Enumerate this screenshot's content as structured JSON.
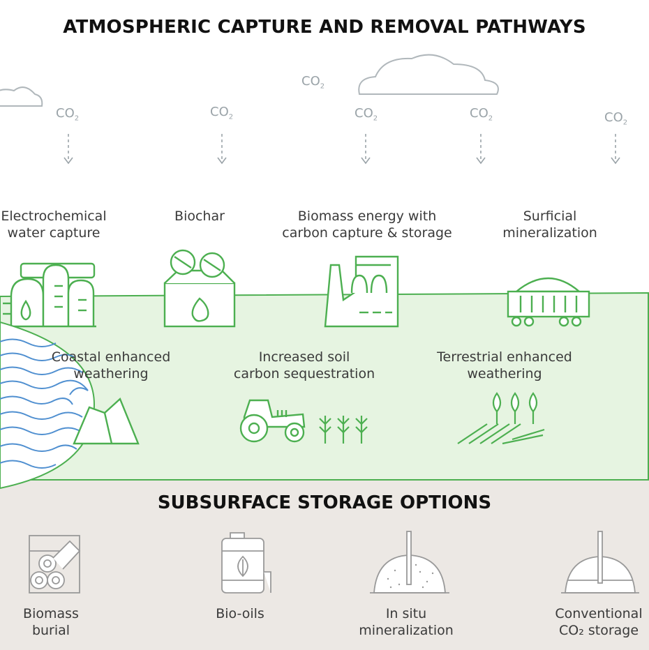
{
  "title": "ATMOSPHERIC CAPTURE AND REMOVAL PATHWAYS",
  "co2_label": "CO",
  "co2_sub": "2",
  "pathways": {
    "electrochemical": [
      "Electrochemical",
      "water capture"
    ],
    "biochar": [
      "Biochar"
    ],
    "beccs": [
      "Biomass energy with",
      "carbon capture & storage"
    ],
    "surficial": [
      "Surficial",
      "mineralization"
    ],
    "coastal": [
      "Coastal enhanced",
      "weathering"
    ],
    "soil": [
      "Increased soil",
      "carbon sequestration"
    ],
    "terrestrial": [
      "Terrestrial enhanced",
      "weathering"
    ]
  },
  "storage_title": "SUBSURFACE STORAGE OPTIONS",
  "storage": {
    "biomass_burial": [
      "Biomass",
      "burial"
    ],
    "bio_oils": [
      "Bio-oils"
    ],
    "in_situ": [
      "In situ",
      "mineralization"
    ],
    "conventional": [
      "Conventional",
      "CO₂ storage"
    ]
  },
  "colors": {
    "green_line": "#4caf50",
    "green_fill": "#e6f4e1",
    "subsurface_fill": "#ece8e4",
    "water_blue": "#4f8fd0",
    "co2_gray": "#9aa3a8"
  }
}
